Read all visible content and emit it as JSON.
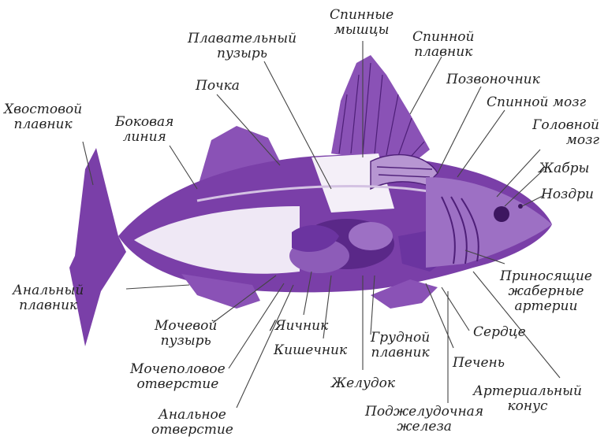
{
  "colors": {
    "body": "#7a3fa8",
    "body_dark": "#4e1f78",
    "body_light": "#b796d2",
    "belly": "#e9e1f0",
    "leader": "#444444",
    "text": "#222222"
  },
  "labels": {
    "dorsal_muscles": [
      "Спинные",
      "мышцы"
    ],
    "swim_bladder": [
      "Плавательный",
      "пузырь"
    ],
    "dorsal_fin": [
      "Спинной",
      "плавник"
    ],
    "kidney": [
      "Почка"
    ],
    "spine": [
      "Позвоночник"
    ],
    "spinal_cord": [
      "Спинной мозг"
    ],
    "tail_fin": [
      "Хвостовой",
      "плавник"
    ],
    "lateral_line": [
      "Боковая",
      "линия"
    ],
    "brain": [
      "Головной",
      "мозг"
    ],
    "gills": [
      "Жабры"
    ],
    "nostrils": [
      "Ноздри"
    ],
    "gill_arteries": [
      "Приносящие",
      "жаберные",
      "артерии"
    ],
    "anal_fin": [
      "Анальный",
      "плавник"
    ],
    "urinary_bladder": [
      "Мочевой",
      "пузырь"
    ],
    "ovary": [
      "/Яичник"
    ],
    "heart": [
      "Сердце"
    ],
    "intestine": [
      "Кишечник"
    ],
    "pectoral_fin": [
      "Грудной",
      "плавник"
    ],
    "liver": [
      "Печень"
    ],
    "urogenital_opening": [
      "Мочеполовое",
      "отверстие"
    ],
    "stomach": [
      "Желудок"
    ],
    "arterial_cone": [
      "Артериальный",
      "конус"
    ],
    "anal_opening": [
      "Анальное",
      "отверстие"
    ],
    "pancreas": [
      "Поджелудочная",
      "железа"
    ]
  }
}
